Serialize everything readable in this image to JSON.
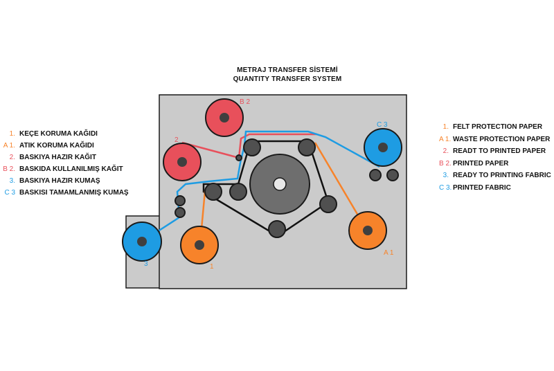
{
  "title": {
    "line1": "METRAJ TRANSFER SİSTEMİ",
    "line2": "QUANTITY TRANSFER SYSTEM"
  },
  "colors": {
    "machine_body": "#cbcbcb",
    "outline": "#1a1a1a",
    "felt_orange": "#f7832a",
    "paper_red": "#e8505b",
    "fabric_blue": "#1e9ce3",
    "roller_dark": "#505050",
    "hub": "#3f3f3f",
    "drum": "#6e6e6e",
    "belt": "#111111"
  },
  "legend_left": [
    {
      "code": "1.",
      "label": "KEÇE KORUMA KAĞIDI",
      "color": "#f7832a"
    },
    {
      "code": "A 1.",
      "label": "ATIK KORUMA KAĞIDI",
      "color": "#f7832a"
    },
    {
      "code": "2.",
      "label": "BASKIYA HAZIR KAĞIT",
      "color": "#e8505b"
    },
    {
      "code": "B 2.",
      "label": "BASKIDA KULLANILMIŞ KAĞIT",
      "color": "#e8505b"
    },
    {
      "code": "3.",
      "label": "BASKIYA HAZIR KUMAŞ",
      "color": "#1e9ce3"
    },
    {
      "code": "C 3",
      "label": "BASKISI TAMAMLANMIŞ KUMAŞ",
      "color": "#1e9ce3"
    }
  ],
  "legend_right": [
    {
      "code": "1.",
      "label": "FELT PROTECTION PAPER",
      "color": "#f7832a"
    },
    {
      "code": "A 1.",
      "label": "WASTE PROTECTION PAPER",
      "color": "#f7832a"
    },
    {
      "code": "2.",
      "label": "READT TO PRINTED PAPER",
      "color": "#e8505b"
    },
    {
      "code": "B 2.",
      "label": "PRINTED PAPER",
      "color": "#e8505b"
    },
    {
      "code": "3.",
      "label": "READY TO PRINTING FABRIC",
      "color": "#1e9ce3"
    },
    {
      "code": "C 3.",
      "label": "PRINTED FABRIC",
      "color": "#1e9ce3"
    }
  ],
  "roll_labels": {
    "b2": "B 2",
    "two": "2",
    "c3": "C 3",
    "a1": "A 1",
    "one": "1",
    "three": "3"
  }
}
